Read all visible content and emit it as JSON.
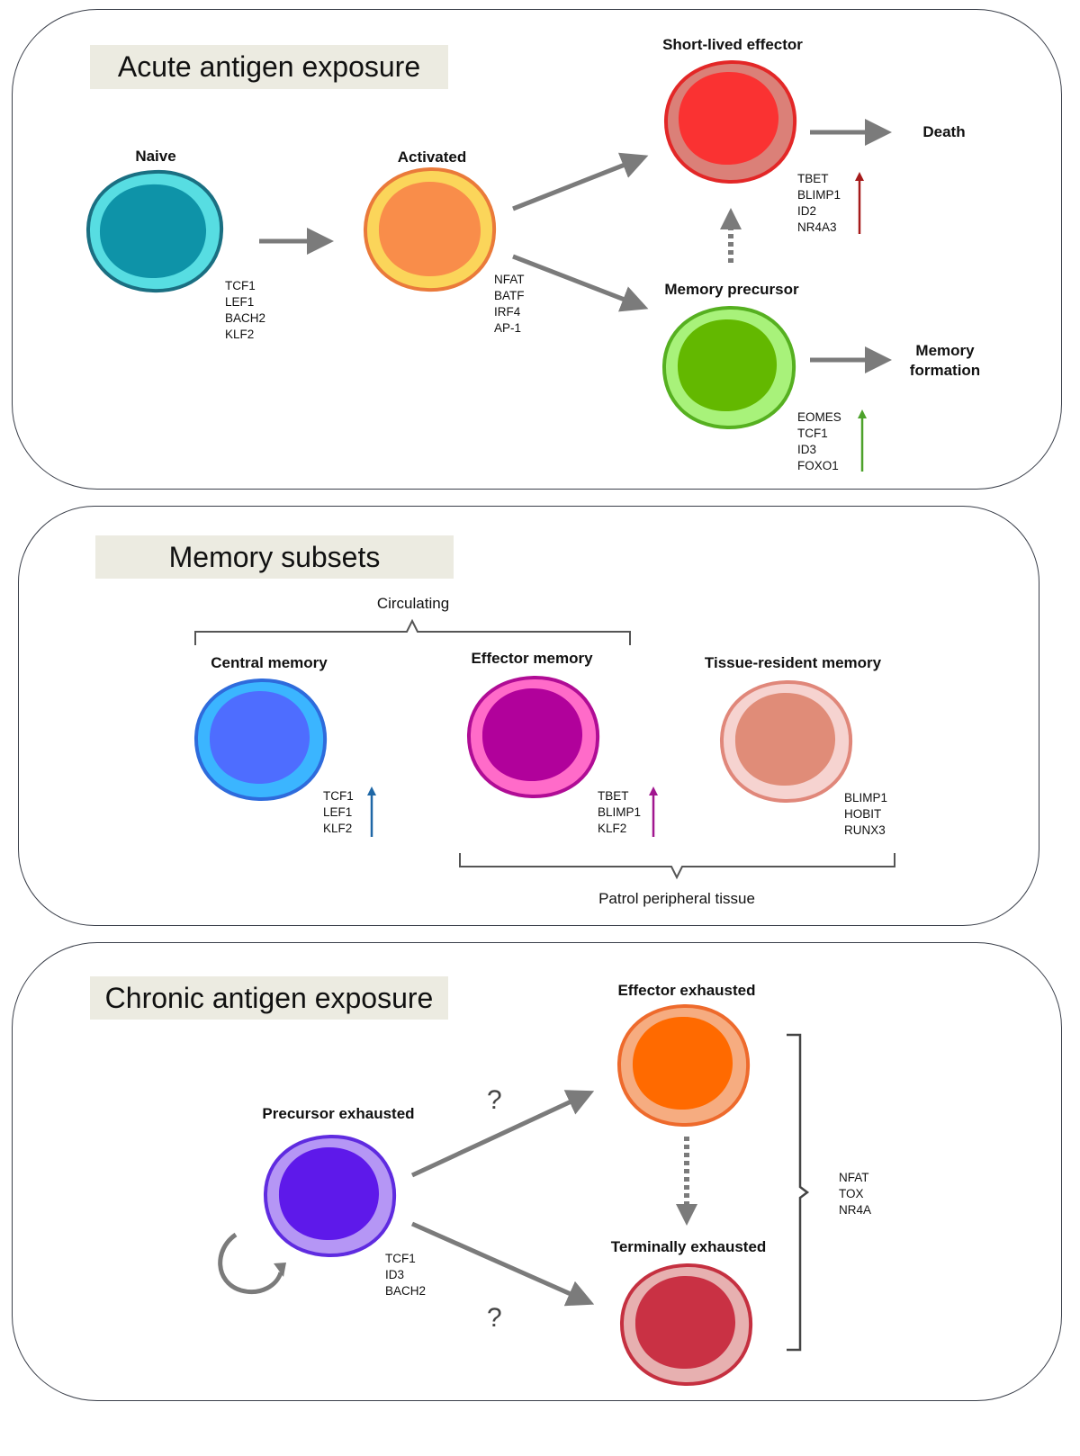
{
  "panels": {
    "acute": {
      "title": "Acute antigen exposure",
      "naive": {
        "label": "Naive",
        "genes": [
          "TCF1",
          "LEF1",
          "BACH2",
          "KLF2"
        ]
      },
      "activated": {
        "label": "Activated",
        "genes": [
          "NFAT",
          "BATF",
          "IRF4",
          "AP-1"
        ]
      },
      "short_lived": {
        "label": "Short-lived effector",
        "genes": [
          "TBET",
          "BLIMP1",
          "ID2",
          "NR4A3"
        ]
      },
      "memory_precursor": {
        "label": "Memory precursor",
        "genes": [
          "EOMES",
          "TCF1",
          "ID3",
          "FOXO1"
        ]
      },
      "death": "Death",
      "memory_formation": [
        "Memory",
        "formation"
      ]
    },
    "memory": {
      "title": "Memory subsets",
      "circulating": "Circulating",
      "central": {
        "label": "Central memory",
        "genes": [
          "TCF1",
          "LEF1",
          "KLF2"
        ]
      },
      "effector": {
        "label": "Effector memory",
        "genes": [
          "TBET",
          "BLIMP1",
          "KLF2"
        ]
      },
      "tissue": {
        "label": "Tissue-resident memory",
        "genes": [
          "BLIMP1",
          "HOBIT",
          "RUNX3"
        ]
      },
      "patrol": "Patrol peripheral tissue"
    },
    "chronic": {
      "title": "Chronic antigen exposure",
      "precursor": {
        "label": "Precursor exhausted",
        "genes": [
          "TCF1",
          "ID3",
          "BACH2"
        ]
      },
      "effector": {
        "label": "Effector exhausted"
      },
      "terminal": {
        "label": "Terminally exhausted"
      },
      "shared_genes": [
        "NFAT",
        "TOX",
        "NR4A"
      ],
      "question": "?"
    }
  },
  "colors": {
    "naive": [
      "#57dde2",
      "#0e93a8",
      "#1a6f82"
    ],
    "activated": [
      "#fbd55a",
      "#f98d4a",
      "#ea7a3a"
    ],
    "short_lived": [
      "#db8078",
      "#fa3232",
      "#e32727"
    ],
    "memory_precursor": [
      "#a8f27a",
      "#63b800",
      "#56b020"
    ],
    "central": [
      "#3bb5ff",
      "#4e6dff",
      "#2e6bdc"
    ],
    "effector_memory": [
      "#ff6bc9",
      "#b1019b",
      "#b00c95"
    ],
    "tissue": [
      "#f6d3d0",
      "#e08c78",
      "#e0877a"
    ],
    "precursor_exhausted": [
      "#b596f5",
      "#5e19ea",
      "#5f2be0"
    ],
    "effector_exhausted": [
      "#f6ac80",
      "#ff6a00",
      "#ee6a2c"
    ],
    "terminal": [
      "#e7b0b0",
      "#c93144",
      "#c53040"
    ],
    "arrow": "#7b7b7b",
    "up_red": "#a61b1b",
    "up_green": "#4da22b",
    "up_blue": "#1f67a6",
    "up_magenta": "#a1168f"
  }
}
